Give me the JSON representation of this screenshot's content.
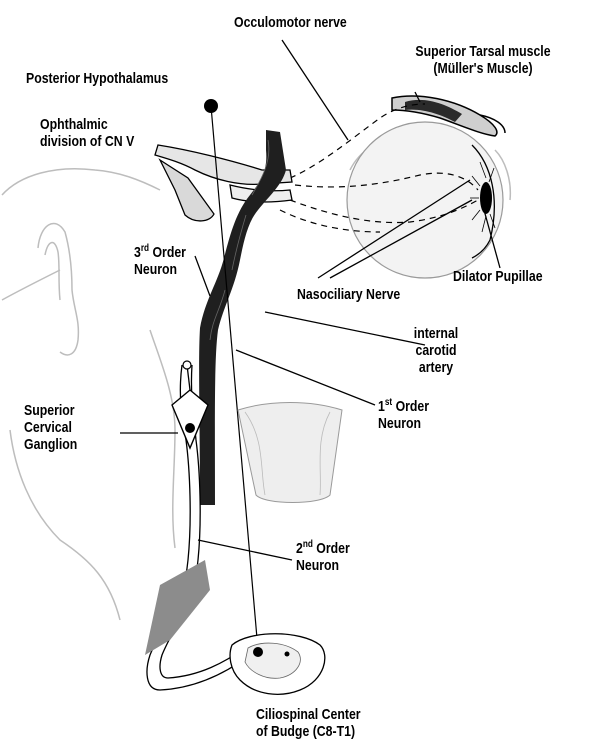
{
  "labels": {
    "occulomotor_nerve": "Occulomotor nerve",
    "superior_tarsal_line1": "Superior Tarsal muscle",
    "superior_tarsal_line2": "(Müller's Muscle)",
    "posterior_hypothalamus": "Posterior Hypothalamus",
    "ophthalmic_line1": "Ophthalmic",
    "ophthalmic_line2": "division of CN V",
    "third_order_ordinal": "3",
    "third_order_suffix": "rd",
    "third_order_word": "Order",
    "third_order_line2": "Neuron",
    "dilator_pupillae": "Dilator Pupillae",
    "nasociliary_nerve": "Nasociliary Nerve",
    "internal_carotid_line1": "internal",
    "internal_carotid_line2": "carotid",
    "internal_carotid_line3": "artery",
    "first_order_ordinal": "1",
    "first_order_suffix": "st",
    "first_order_word": "Order",
    "first_order_line2": "Neuron",
    "superior_cervical_line1": "Superior",
    "superior_cervical_line2": "Cervical",
    "superior_cervical_line3": "Ganglion",
    "second_order_ordinal": "2",
    "second_order_suffix": "nd",
    "second_order_word": "Order",
    "second_order_line2": "Neuron",
    "ciliospinal_line1": "Ciliospinal Center",
    "ciliospinal_line2": "of Budge (C8-T1)"
  },
  "colors": {
    "ink": "#000000",
    "face_outline": "#bfbfbf",
    "artery": "#1f1f1f",
    "shading": "#8c8c8c",
    "eye_fill": "#f3f3f3"
  }
}
